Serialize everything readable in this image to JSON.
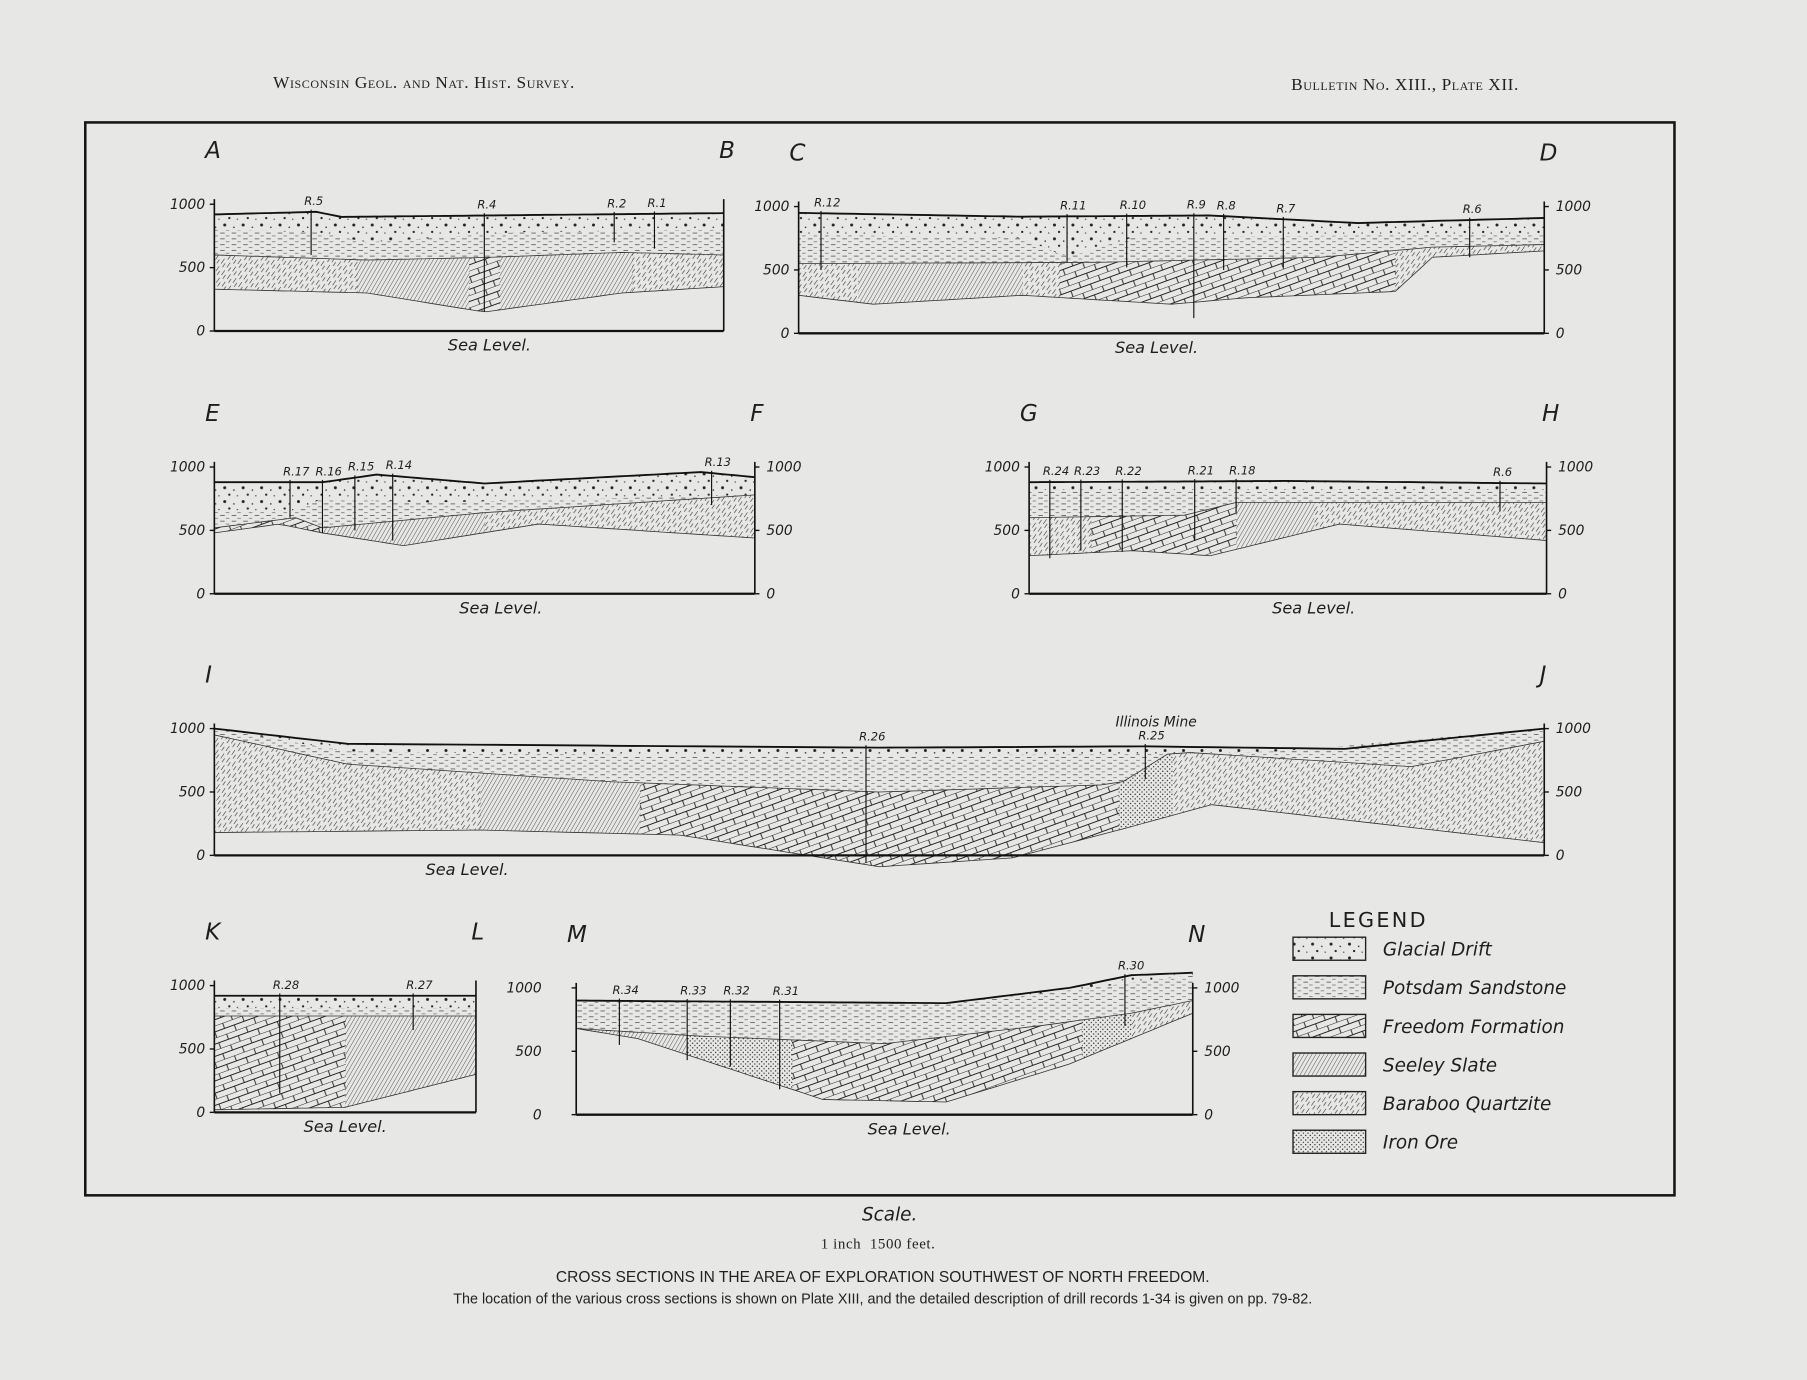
{
  "header": {
    "left": "Wisconsin Geol. and Nat. Hist. Survey.",
    "right": "Bulletin No. XIII., Plate XII."
  },
  "sections": [
    {
      "id": "AB",
      "start": "A",
      "end": "B",
      "axis_left": [
        "1000",
        "500",
        "0"
      ],
      "axis_right": [],
      "sea_level": "Sea Level.",
      "drills": [
        "R.5",
        "R.4",
        "R.2",
        "R.1"
      ]
    },
    {
      "id": "CD",
      "start": "C",
      "end": "D",
      "axis_left": [
        "1000",
        "500",
        "0"
      ],
      "axis_right": [
        "1000",
        "500",
        "0"
      ],
      "sea_level": "Sea Level.",
      "drills": [
        "R.12",
        "R.11",
        "R.10",
        "R.9",
        "R.8",
        "R.7",
        "R.6"
      ]
    },
    {
      "id": "EF",
      "start": "E",
      "end": "F",
      "axis_left": [
        "1000",
        "500",
        "0"
      ],
      "axis_right": [
        "1000",
        "500",
        "0"
      ],
      "sea_level": "Sea Level.",
      "drills": [
        "R.17",
        "R.16",
        "R.15",
        "R.14",
        "R.13"
      ]
    },
    {
      "id": "GH",
      "start": "G",
      "end": "H",
      "axis_left": [
        "1000",
        "500",
        "0"
      ],
      "axis_right": [
        "1000",
        "500",
        "0"
      ],
      "sea_level": "Sea Level.",
      "drills": [
        "R.24",
        "R.23",
        "R.22",
        "R.21",
        "R.18",
        "R.6"
      ]
    },
    {
      "id": "IJ",
      "start": "I",
      "end": "J",
      "axis_left": [
        "1000",
        "500",
        "0"
      ],
      "axis_right": [
        "1000",
        "500",
        "0"
      ],
      "sea_level": "Sea Level.",
      "drills": [
        "R.26",
        "R.25"
      ]
    },
    {
      "id": "KL",
      "start": "K",
      "end": "L",
      "axis_left": [
        "1000",
        "500",
        "0"
      ],
      "axis_right": [],
      "sea_level": "Sea Level.",
      "drills": [
        "R.28",
        "R.27"
      ]
    },
    {
      "id": "MN",
      "start": "M",
      "end": "N",
      "axis_left": [
        "1000",
        "500",
        "0"
      ],
      "axis_right": [
        "1000",
        "500",
        "0"
      ],
      "sea_level": "Sea Level.",
      "drills": [
        "R.34",
        "R.33",
        "R.32",
        "R.31",
        "R.30"
      ]
    }
  ],
  "annotation": "Illinois Mine",
  "legend": {
    "title": "LEGEND",
    "items": [
      {
        "label": "Glacial Drift",
        "pattern": "drift"
      },
      {
        "label": "Potsdam Sandstone",
        "pattern": "sand"
      },
      {
        "label": "Freedom Formation",
        "pattern": "freedom"
      },
      {
        "label": "Seeley Slate",
        "pattern": "slate"
      },
      {
        "label": "Baraboo Quartzite",
        "pattern": "quartz"
      },
      {
        "label": "Iron Ore",
        "pattern": "iron"
      }
    ]
  },
  "scale": {
    "label": "Scale.",
    "value": "1 inch  1500 feet."
  },
  "caption": {
    "title": "CROSS SECTIONS IN THE AREA OF EXPLORATION SOUTHWEST OF NORTH FREEDOM.",
    "text": "The location of the various cross sections is shown on Plate XIII, and the detailed description of drill records 1-34 is given on pp. 79-82."
  }
}
